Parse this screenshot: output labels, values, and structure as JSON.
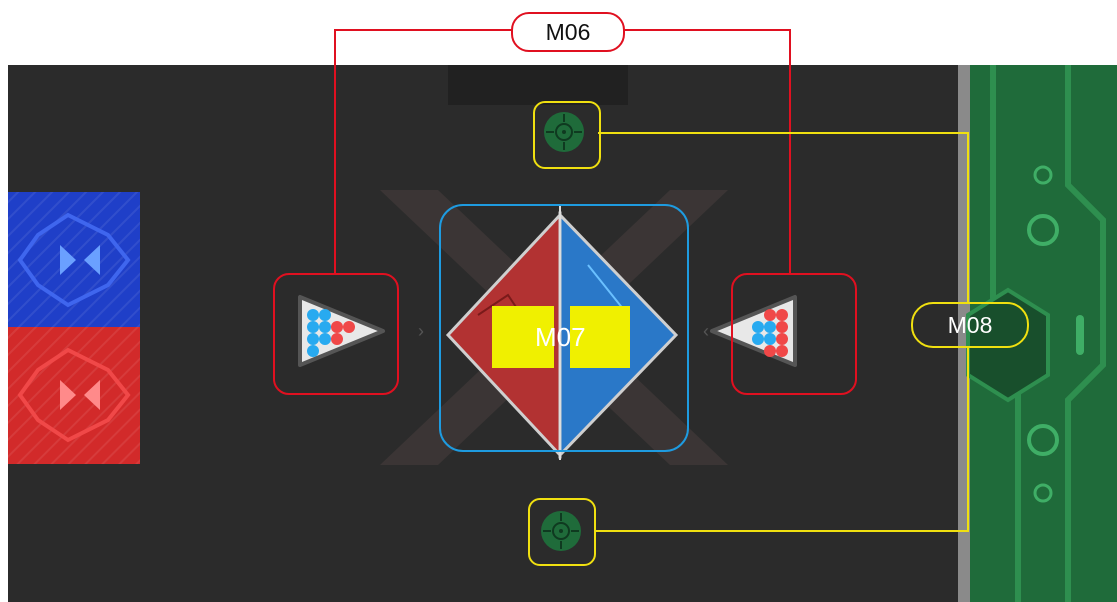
{
  "annotations": {
    "m06": {
      "label": "M06",
      "color": "#e01020"
    },
    "m07": {
      "label": "M07",
      "color": "#1e9be0"
    },
    "m08": {
      "label": "M08",
      "color": "#f0e010"
    }
  },
  "board": {
    "floor_color": "#2b2b2b",
    "left_side": {
      "blue_tile_color": "#1f3fc8",
      "red_tile_color": "#d22a2a"
    },
    "right_side": {
      "panel_color": "#1f6b3a",
      "edge_color": "#8a8a8a"
    },
    "icons": [
      "target-icon-top",
      "target-icon-bottom",
      "pool-rack-icon-left",
      "pool-rack-icon-right",
      "vs-diamond-icon"
    ]
  }
}
